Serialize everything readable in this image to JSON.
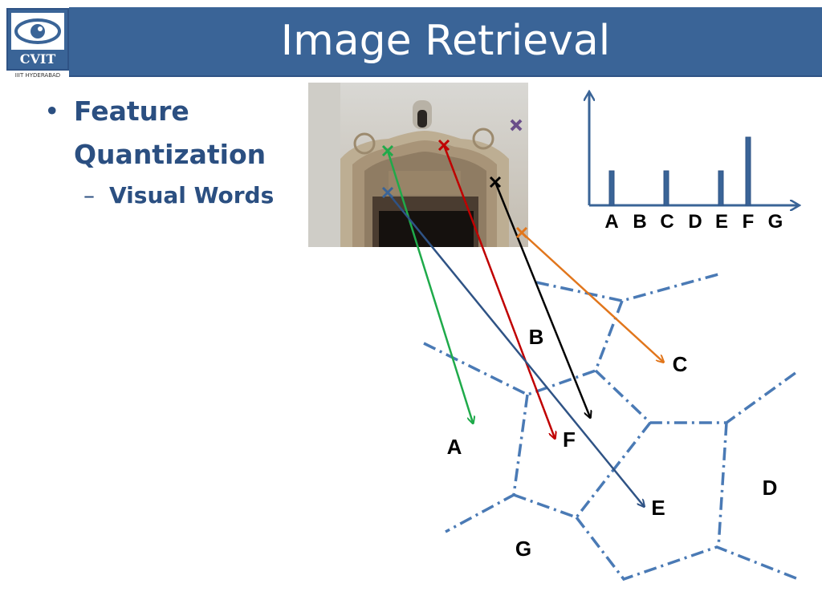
{
  "slide": {
    "title": "Image Retrieval",
    "logo_text": "CVIT",
    "logo_caption": "IIIT HYDERABAD"
  },
  "bullets": {
    "level1": "Feature Quantization",
    "level2": "Visual Words",
    "dash": "–",
    "dot": "•"
  },
  "histogram": {
    "categories": [
      "A",
      "B",
      "C",
      "D",
      "E",
      "F",
      "G"
    ]
  },
  "regions": {
    "labels": [
      "A",
      "B",
      "C",
      "D",
      "E",
      "F",
      "G"
    ]
  },
  "colors": {
    "title_bg": "#3a6497",
    "text_blue": "#2b4f81",
    "green": "#1faa4a",
    "red": "#c00000",
    "black": "#000000",
    "blue": "#2f5385",
    "orange": "#e1761c",
    "purple": "#6a4d8a",
    "cell_border": "#4a7ab5"
  }
}
